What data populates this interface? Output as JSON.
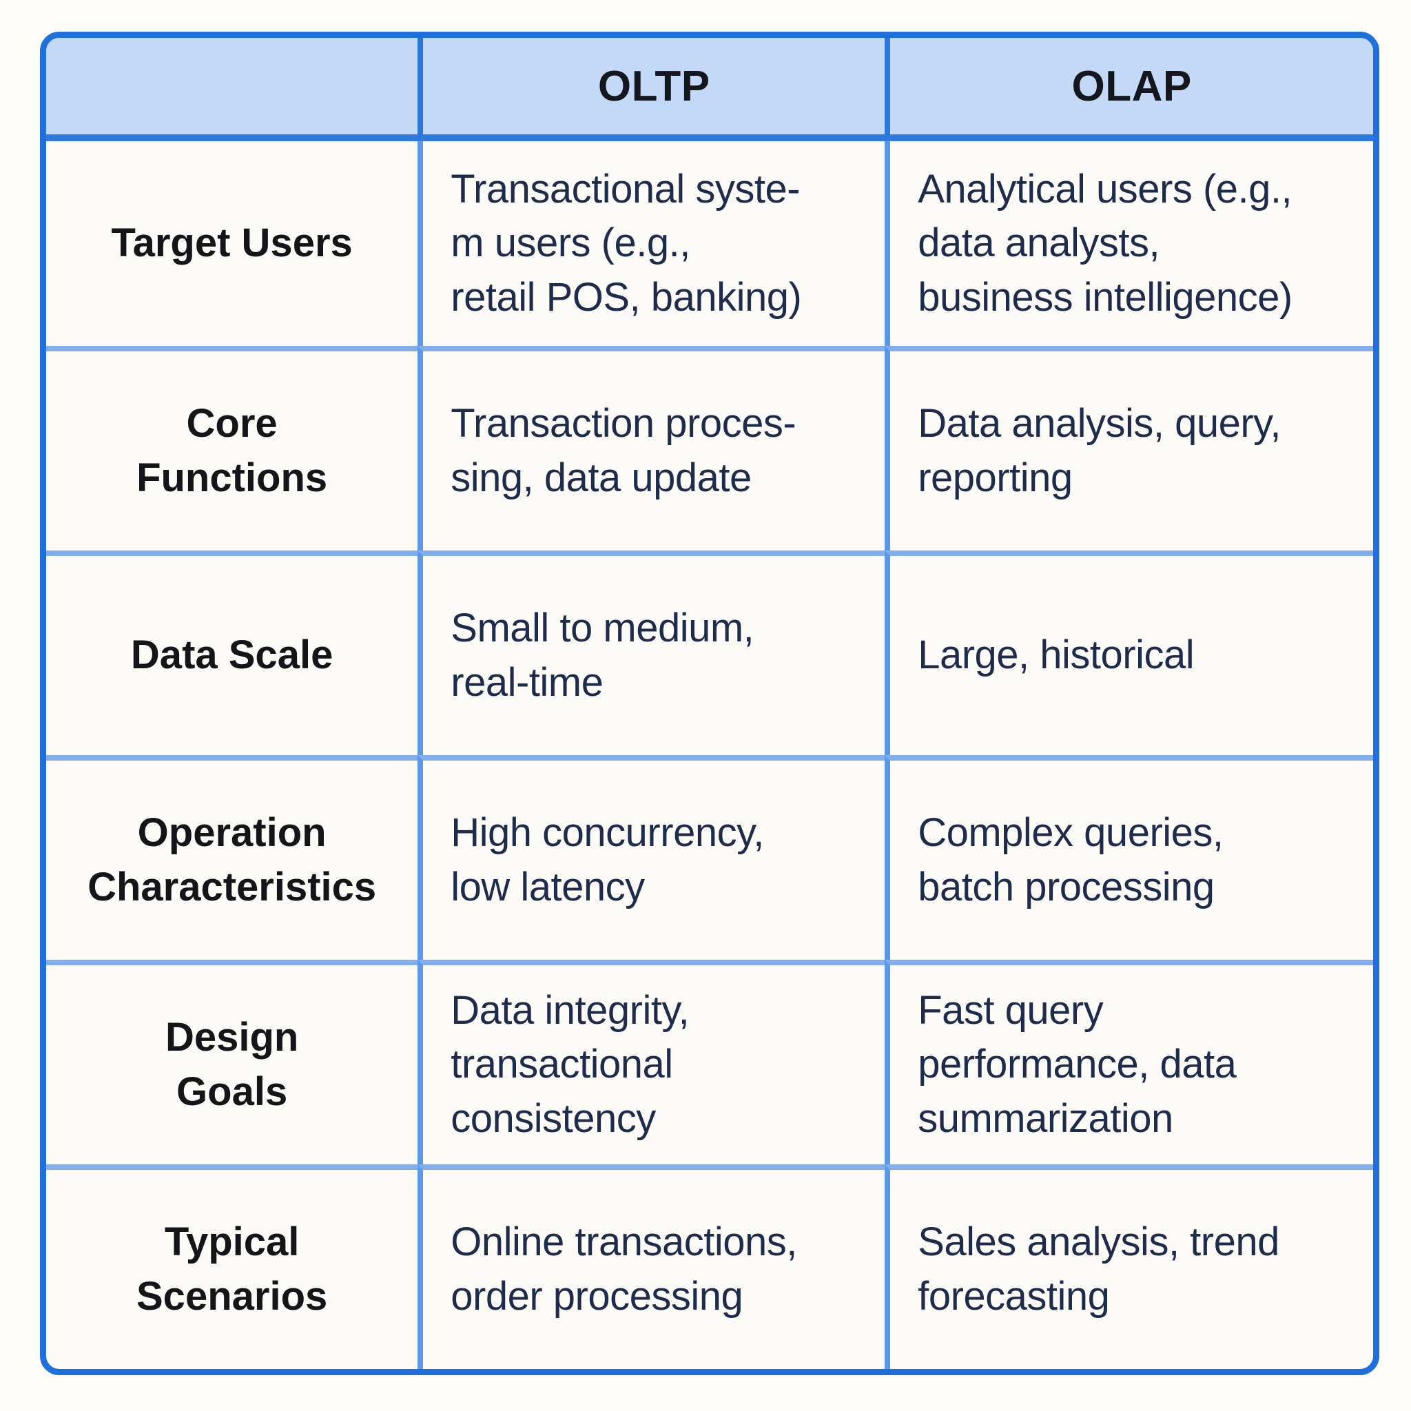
{
  "chart_data": {
    "type": "table",
    "columns": [
      "",
      "OLTP",
      "OLAP"
    ],
    "rows": [
      [
        "Target Users",
        "Transactional syste-\nm users (e.g.,\nretail POS, banking)",
        "Analytical users (e.g.,\ndata analysts,\nbusiness intelligence)"
      ],
      [
        "Core\nFunctions",
        "Transaction proces-\nsing, data update",
        "Data analysis, query,\nreporting"
      ],
      [
        "Data Scale",
        "Small to medium,\nreal-time",
        "Large, historical"
      ],
      [
        "Operation\nCharacteristics",
        "High concurrency,\nlow latency",
        "Complex queries,\nbatch processing"
      ],
      [
        "Design\nGoals",
        "Data integrity,\ntransactional\nconsistency",
        "Fast query\nperformance, data\nsummarization"
      ],
      [
        "Typical\nScenarios",
        "Online transactions,\norder processing",
        "Sales analysis, trend\nforecasting"
      ]
    ]
  },
  "colors": {
    "page_bg": "#fffdf9",
    "card_bg": "#fcfbf8",
    "outer_border": "#1f70da",
    "header_bg": "#c3d9f7",
    "header_separator": "#2e7bdd",
    "header_column_separator": "#2a76dc",
    "column_separator": "#5b98e8",
    "row_separator": "#82aeee",
    "header_text": "#15171e",
    "label_text": "#141519",
    "body_text": "#1e2b4b"
  }
}
